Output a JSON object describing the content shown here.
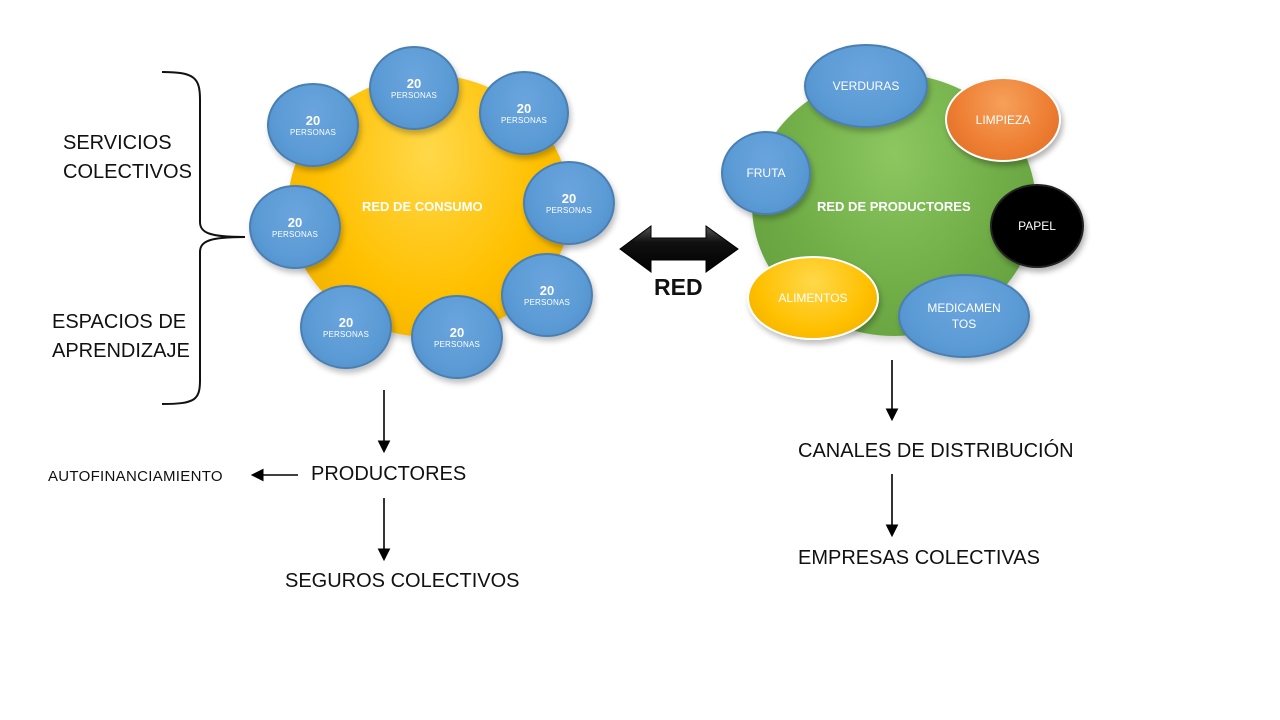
{
  "left_side": {
    "servicios": [
      "SERVICIOS",
      "COLECTIVOS"
    ],
    "espacios": [
      "ESPACIOS DE",
      "APRENDIZAJE"
    ]
  },
  "consumo": {
    "title": "RED DE CONSUMO",
    "color": "#ffc000",
    "members": [
      {
        "number": "20",
        "label": "PERSONAS"
      },
      {
        "number": "20",
        "label": "PERSONAS"
      },
      {
        "number": "20",
        "label": "PERSONAS"
      },
      {
        "number": "20",
        "label": "PERSONAS"
      },
      {
        "number": "20",
        "label": "PERSONAS"
      },
      {
        "number": "20",
        "label": "PERSONAS"
      },
      {
        "number": "20",
        "label": "PERSONAS"
      },
      {
        "number": "20",
        "label": "PERSONAS"
      }
    ]
  },
  "productores_net": {
    "title": "RED DE PRODUCTORES",
    "color": "#70ad47",
    "items": {
      "verduras": "VERDURAS",
      "limpieza": "LIMPIEZA",
      "fruta": "FRUTA",
      "papel": "PAPEL",
      "alimentos": "ALIMENTOS",
      "medicamentos": [
        "MEDICAMEN",
        "TOS"
      ]
    }
  },
  "link": {
    "label": "RED"
  },
  "below_left": {
    "productores": "PRODUCTORES",
    "autofinanciamiento": "AUTOFINANCIAMIENTO",
    "seguros": "SEGUROS COLECTIVOS"
  },
  "below_right": {
    "canales": "CANALES DE DISTRIBUCIÓN",
    "empresas": "EMPRESAS COLECTIVAS"
  },
  "colors": {
    "blue": "#5b9bd5",
    "orange": "#ed7d31",
    "black": "#000000",
    "yellow": "#ffc000",
    "green": "#70ad47"
  }
}
